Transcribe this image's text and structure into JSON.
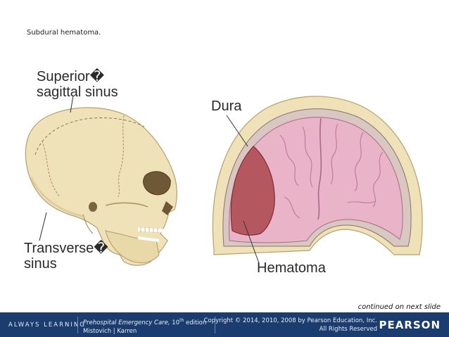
{
  "caption": "Subdural hematoma.",
  "labels": {
    "superior_line1": "Superior�",
    "superior_line2": "sagittal sinus",
    "transverse_line1": "Transverse�",
    "transverse_line2": "sinus",
    "dura": "Dura",
    "hematoma": "Hematoma"
  },
  "continued": "continued on next slide",
  "footer": {
    "tagline": "ALWAYS LEARNING",
    "book_title": "Prehospital Emergency Care,",
    "edition_num": "10",
    "edition_sup": "th",
    "edition_word": " edition",
    "authors": "Mistovich | Karren",
    "copyright_line1": "Copyright © 2014, 2010, 2008 by Pearson Education, Inc.",
    "copyright_line2": "All Rights Reserved",
    "brand": "PEARSON"
  },
  "colors": {
    "bone": "#efe2b8",
    "brain": "#e9b3c8",
    "hematoma": "#b5575f",
    "footer": "#1a3c6e"
  }
}
